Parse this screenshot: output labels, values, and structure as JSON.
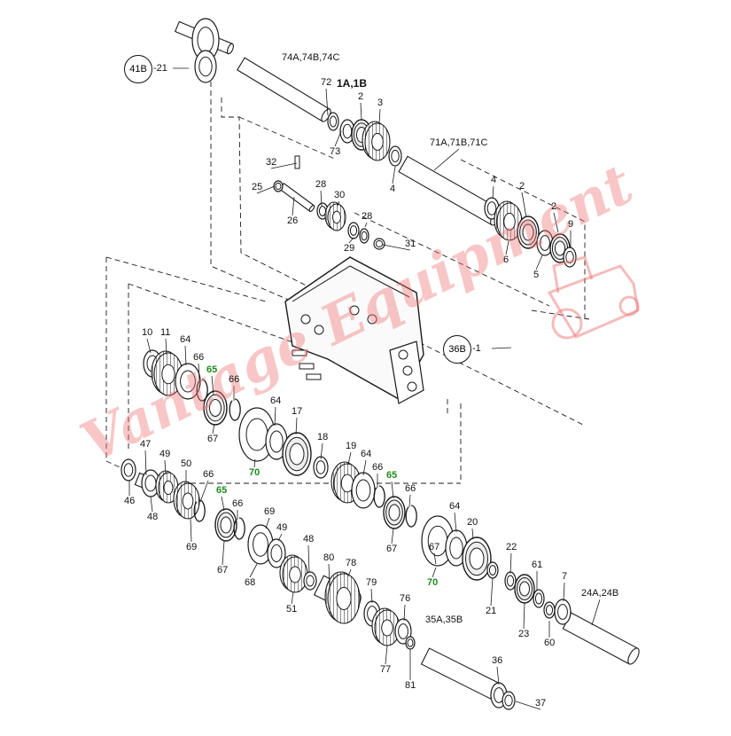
{
  "diagram": {
    "colors": {
      "line": "#1a1a1a",
      "callout_green": "#1f8a1f",
      "watermark": "#ee7878"
    },
    "watermark_text": "Vantage Equipment",
    "callouts": [
      {
        "id": "c-74abc",
        "text": "74A,74B,74C"
      },
      {
        "id": "c-72",
        "text": "72"
      },
      {
        "id": "c-1ab",
        "text": "1A,1B",
        "style": "bold"
      },
      {
        "id": "c-2a",
        "text": "2"
      },
      {
        "id": "c-3",
        "text": "3"
      },
      {
        "id": "c-73",
        "text": "73"
      },
      {
        "id": "c-71abc",
        "text": "71A,71B,71C"
      },
      {
        "id": "c-4a",
        "text": "4"
      },
      {
        "id": "c-4b",
        "text": "4"
      },
      {
        "id": "c-2b",
        "text": "2"
      },
      {
        "id": "c-2c",
        "text": "2"
      },
      {
        "id": "c-9",
        "text": "9"
      },
      {
        "id": "c-6",
        "text": "6"
      },
      {
        "id": "c-5",
        "text": "5"
      },
      {
        "id": "c-32",
        "text": "32"
      },
      {
        "id": "c-25",
        "text": "25"
      },
      {
        "id": "c-28a",
        "text": "28"
      },
      {
        "id": "c-30",
        "text": "30"
      },
      {
        "id": "c-26",
        "text": "26"
      },
      {
        "id": "c-28b",
        "text": "28"
      },
      {
        "id": "c-29",
        "text": "29"
      },
      {
        "id": "c-31",
        "text": "31"
      },
      {
        "id": "c-10",
        "text": "10"
      },
      {
        "id": "c-11",
        "text": "11"
      },
      {
        "id": "c-64a",
        "text": "64"
      },
      {
        "id": "c-66a",
        "text": "66"
      },
      {
        "id": "c-65a",
        "text": "65",
        "style": "green"
      },
      {
        "id": "c-66b",
        "text": "66"
      },
      {
        "id": "c-67a",
        "text": "67"
      },
      {
        "id": "c-64b",
        "text": "64"
      },
      {
        "id": "c-17",
        "text": "17"
      },
      {
        "id": "c-70a",
        "text": "70",
        "style": "green"
      },
      {
        "id": "c-18",
        "text": "18"
      },
      {
        "id": "c-19",
        "text": "19"
      },
      {
        "id": "c-64c",
        "text": "64"
      },
      {
        "id": "c-66c",
        "text": "66"
      },
      {
        "id": "c-65b",
        "text": "65",
        "style": "green"
      },
      {
        "id": "c-66d",
        "text": "66"
      },
      {
        "id": "c-67b",
        "text": "67"
      },
      {
        "id": "c-47",
        "text": "47"
      },
      {
        "id": "c-49a",
        "text": "49"
      },
      {
        "id": "c-50",
        "text": "50"
      },
      {
        "id": "c-66e",
        "text": "66"
      },
      {
        "id": "c-46",
        "text": "46"
      },
      {
        "id": "c-48a",
        "text": "48"
      },
      {
        "id": "c-65c",
        "text": "65",
        "style": "green"
      },
      {
        "id": "c-66f",
        "text": "66"
      },
      {
        "id": "c-69a",
        "text": "69"
      },
      {
        "id": "c-67c",
        "text": "67"
      },
      {
        "id": "c-69b",
        "text": "69"
      },
      {
        "id": "c-49b",
        "text": "49"
      },
      {
        "id": "c-68",
        "text": "68"
      },
      {
        "id": "c-48b",
        "text": "48"
      },
      {
        "id": "c-80",
        "text": "80"
      },
      {
        "id": "c-78",
        "text": "78"
      },
      {
        "id": "c-51",
        "text": "51"
      },
      {
        "id": "c-79",
        "text": "79"
      },
      {
        "id": "c-76",
        "text": "76"
      },
      {
        "id": "c-77",
        "text": "77"
      },
      {
        "id": "c-81",
        "text": "81"
      },
      {
        "id": "c-35ab",
        "text": "35A,35B"
      },
      {
        "id": "c-36",
        "text": "36"
      },
      {
        "id": "c-37",
        "text": "37"
      },
      {
        "id": "c-64d",
        "text": "64"
      },
      {
        "id": "c-20",
        "text": "20"
      },
      {
        "id": "c-67d",
        "text": "67"
      },
      {
        "id": "c-70b",
        "text": "70",
        "style": "green"
      },
      {
        "id": "c-22",
        "text": "22"
      },
      {
        "id": "c-61",
        "text": "61"
      },
      {
        "id": "c-21",
        "text": "21"
      },
      {
        "id": "c-23",
        "text": "23"
      },
      {
        "id": "c-7",
        "text": "7"
      },
      {
        "id": "c-24ab",
        "text": "24A,24B"
      },
      {
        "id": "c-60",
        "text": "60"
      }
    ],
    "ref_circles": [
      {
        "id": "r-41b",
        "text": "41B",
        "suffix": "-21"
      },
      {
        "id": "r-36b",
        "text": "36B",
        "suffix": "-1"
      }
    ]
  }
}
